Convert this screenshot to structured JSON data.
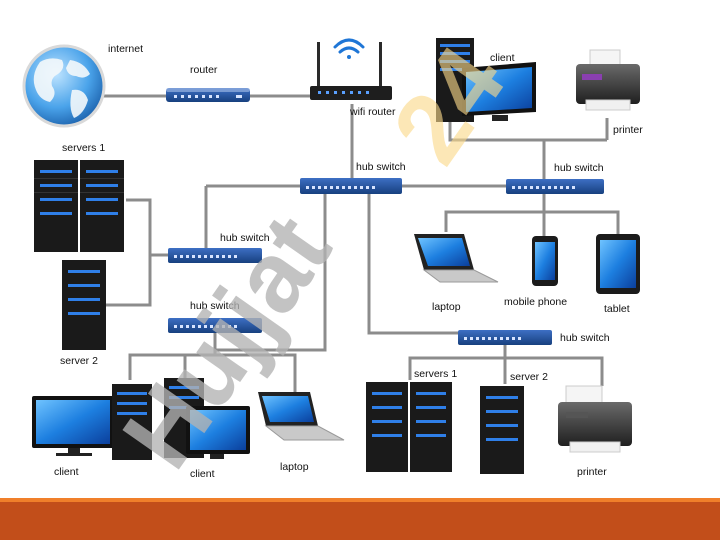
{
  "labels": {
    "internet": "internet",
    "router": "router",
    "wifi_router": "wifi router",
    "client_top": "client",
    "printer_top": "printer",
    "servers1_left": "servers 1",
    "hub_center": "hub switch",
    "hub_right_top": "hub switch",
    "hub_left_mid": "hub switch",
    "hub_left_low": "hub switch",
    "hub_right_low": "hub switch",
    "server2_left": "server 2",
    "laptop_mid": "laptop",
    "mobile_phone": "mobile phone",
    "tablet": "tablet",
    "client_bl1": "client",
    "client_bl2": "client",
    "laptop_bottom": "laptop",
    "servers1_bottom": "servers 1",
    "server2_bottom": "server 2",
    "printer_bottom": "printer"
  },
  "watermark": {
    "left": "Hujjat",
    "right": "24"
  },
  "colors": {
    "cable": "#8c8c8c",
    "server_body": "#1a1a1a",
    "led_blue": "#2f7fe8",
    "switch_blue": "#1f4fa0",
    "watermark": "#b3b3b3",
    "footer": "#c24e1a",
    "footer_line": "#f07f2a"
  }
}
